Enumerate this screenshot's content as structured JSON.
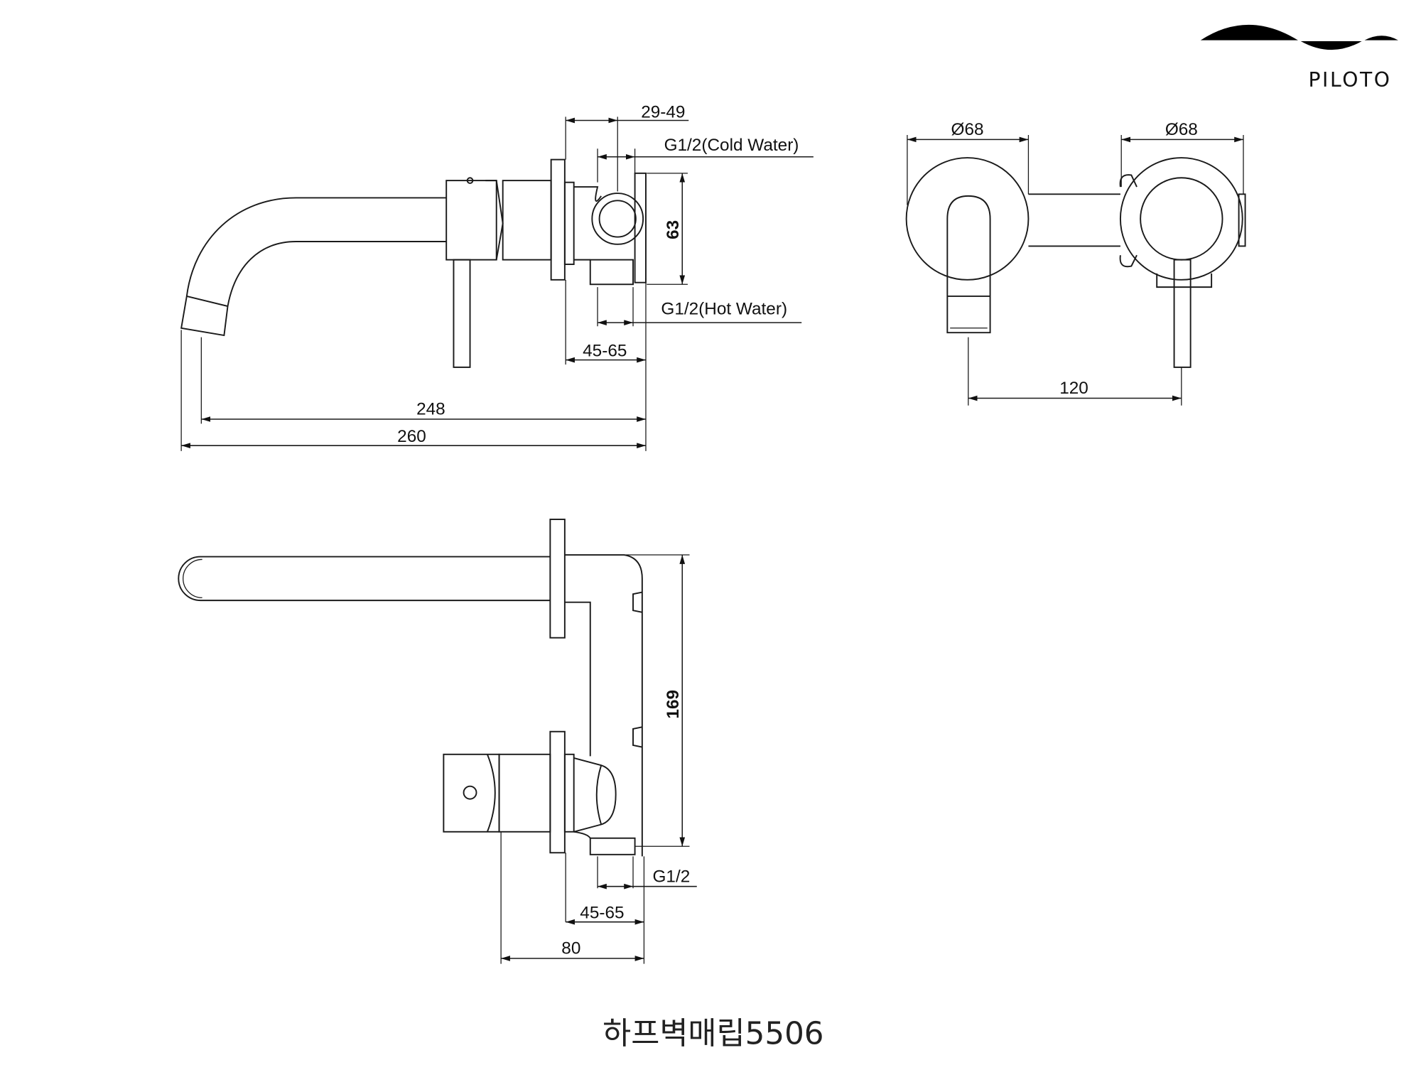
{
  "brand": {
    "name": "PILOTO",
    "color": "#000000"
  },
  "side_view": {
    "dim_mounting": "29-49",
    "inlet_cold": "G1/2(Cold Water)",
    "dim_height": "63",
    "inlet_hot": "G1/2(Hot Water)",
    "dim_depth": "45-65",
    "dim_spout_inner": "248",
    "dim_spout_total": "260"
  },
  "front_view": {
    "dim_left_plate": "Ø68",
    "dim_right_plate": "Ø68",
    "dim_centers": "120"
  },
  "top_view": {
    "dim_height": "169",
    "inlet": "G1/2",
    "dim_depth": "45-65",
    "dim_body": "80"
  },
  "caption": "하프벽매립5506"
}
